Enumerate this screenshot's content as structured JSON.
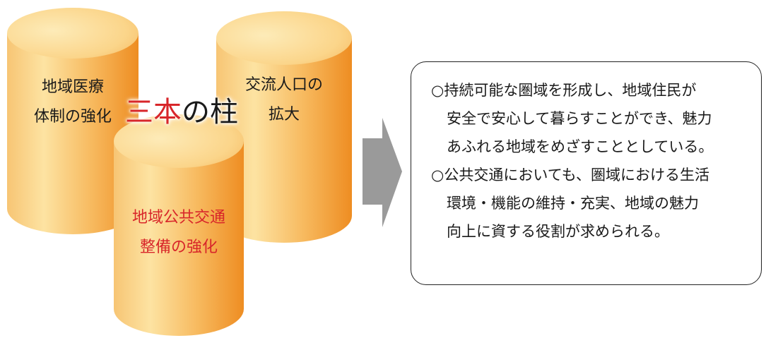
{
  "title": {
    "accent": "三本",
    "rest": "の柱"
  },
  "pillars": [
    {
      "lines": [
        "地域医療",
        "体制の強化"
      ],
      "color": "#1a1a1a"
    },
    {
      "lines": [
        "交流人口の",
        "拡大"
      ],
      "color": "#1a1a1a"
    },
    {
      "lines": [
        "地域公共交通",
        "整備の強化"
      ],
      "color": "#d8262a"
    }
  ],
  "summary": {
    "bullets": [
      {
        "marker": "○",
        "lines": [
          "持続可能な圏域を形成し、地域住民が",
          "安全で安心して暮らすことができ、魅力",
          "あふれる地域をめざすこととしている。"
        ]
      },
      {
        "marker": "○",
        "lines": [
          "公共交通においても、圏域における生活",
          "環境・機能の維持・充実、地域の魅力",
          "向上に資する役割が求められる。"
        ]
      }
    ]
  },
  "colors": {
    "cylinder_light": "#fde6a6",
    "cylinder_mid": "#f7b95e",
    "cylinder_dark": "#ee8d22",
    "arrow": "#9a9a9a",
    "accent_red": "#d8262a"
  }
}
